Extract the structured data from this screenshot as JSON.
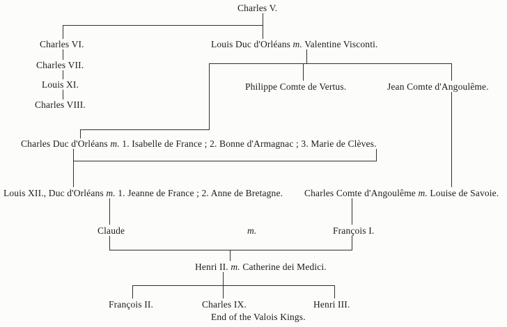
{
  "people": {
    "charles_v": "Charles V.",
    "charles_vi": "Charles VI.",
    "charles_vii": "Charles VII.",
    "louis_xi": "Louis XI.",
    "charles_viii": "Charles VIII.",
    "louis_duc_orleans": {
      "name": "Louis Duc d'Orléans",
      "m": "m.",
      "spouse": "Valentine Visconti."
    },
    "philippe_vertus": "Philippe Comte de Vertus.",
    "jean_angouleme": "Jean Comte d'Angoulême.",
    "charles_duc_orleans": {
      "name": "Charles Duc d'Orléans",
      "m": "m.",
      "spouses": "1. Isabelle de France ; 2. Bonne d'Armagnac ; 3. Marie de Clèves."
    },
    "louis_xii": {
      "name": "Louis XII., Duc d'Orléans",
      "m": "m.",
      "spouses": "1. Jeanne de France ; 2. Anne de Bretagne."
    },
    "charles_angouleme": {
      "name": "Charles Comte d'Angoulême",
      "m": "m.",
      "spouse": "Louise de Savoie."
    },
    "claude": "Claude",
    "claude_francois_marriage": "m.",
    "francois_i": "François I.",
    "henri_ii": {
      "name": "Henri II.",
      "m": "m.",
      "spouse": "Catherine dei Medici."
    },
    "francois_ii": "François II.",
    "charles_ix": "Charles IX.",
    "henri_iii": "Henri III.",
    "caption": "End of the Valois Kings."
  }
}
